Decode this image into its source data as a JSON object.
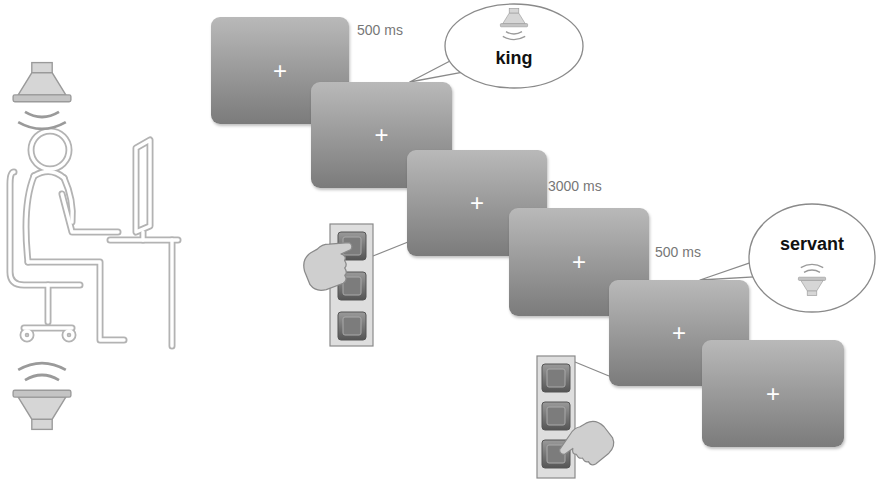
{
  "diagram": {
    "nodes": [
      {
        "text": [
          "+"
        ]
      },
      {
        "text": [
          "+"
        ]
      },
      {
        "text": [
          "+"
        ]
      },
      {
        "text": [
          "+"
        ]
      },
      {
        "text": [
          "+"
        ]
      },
      {
        "text": [
          "+"
        ]
      },
      {
        "text": [
          "king"
        ]
      },
      {
        "text": [
          "servant"
        ]
      }
    ],
    "edges": [
      {
        "from": 6,
        "to": 1,
        "arrow": "none"
      },
      {
        "from": 7,
        "to": 4,
        "arrow": "none"
      }
    ],
    "labels": [
      "500 ms",
      "3000 ms",
      "500 ms"
    ]
  }
}
